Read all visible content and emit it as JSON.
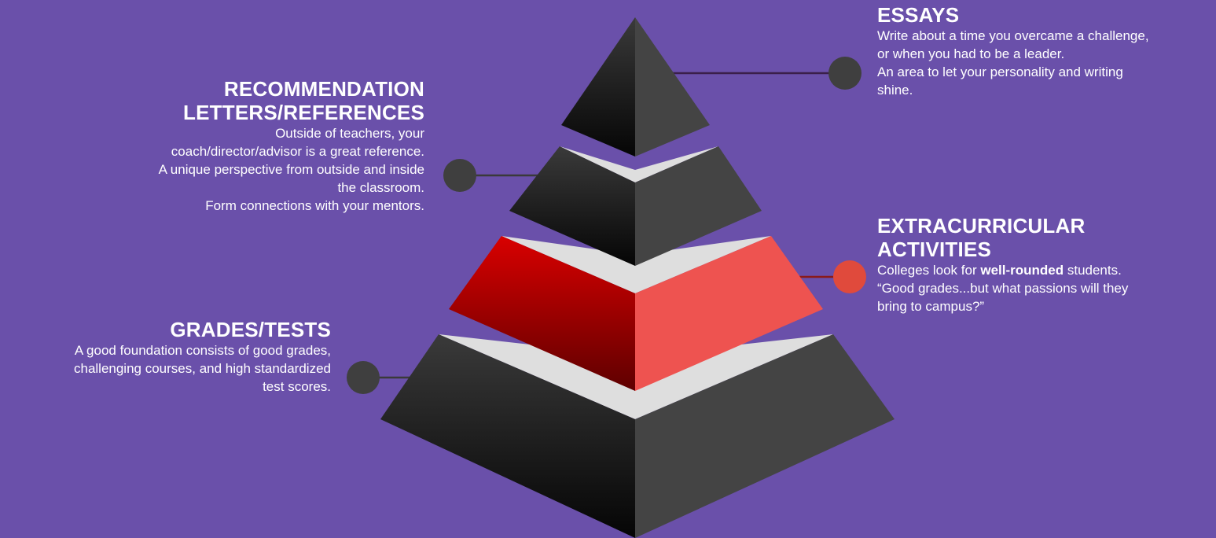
{
  "colors": {
    "background": "#6a50aa",
    "tier_dark_left": "#0b0b0b",
    "tier_dark_right": "#444444",
    "tier_highlight_left": "#c00000",
    "tier_highlight_right": "#ee5350",
    "separator": "#dedede",
    "connector_dot": "#3f3f3f",
    "highlight_dot": "#e04a3c",
    "text": "#ffffff"
  },
  "levels": [
    {
      "id": "essays",
      "side": "right",
      "highlight": false,
      "title": "ESSAYS",
      "lines": [
        "Write about a time you overcame a challenge,",
        "or when you had to be a leader.",
        "An area to let your personality and writing",
        "shine."
      ]
    },
    {
      "id": "recs",
      "side": "left",
      "highlight": false,
      "title_lines": [
        "RECOMMENDATION",
        "LETTERS/REFERENCES"
      ],
      "lines": [
        "Outside of teachers, your",
        "coach/director/advisor is a great reference.",
        "A unique perspective from outside and inside",
        "the classroom.",
        "Form connections with your mentors."
      ]
    },
    {
      "id": "extra",
      "side": "right",
      "highlight": true,
      "title_lines": [
        "EXTRACURRICULAR",
        "ACTIVITIES"
      ],
      "line1_pre": "Colleges look for ",
      "line1_bold": "well-rounded",
      "line1_post": " students.",
      "lines": [
        "“Good grades...but what passions will they",
        "bring to campus?”"
      ]
    },
    {
      "id": "grades",
      "side": "left",
      "highlight": false,
      "title": "GRADES/TESTS",
      "lines": [
        "A good foundation consists of good grades,",
        "challenging courses, and high standardized",
        "test scores."
      ]
    }
  ]
}
